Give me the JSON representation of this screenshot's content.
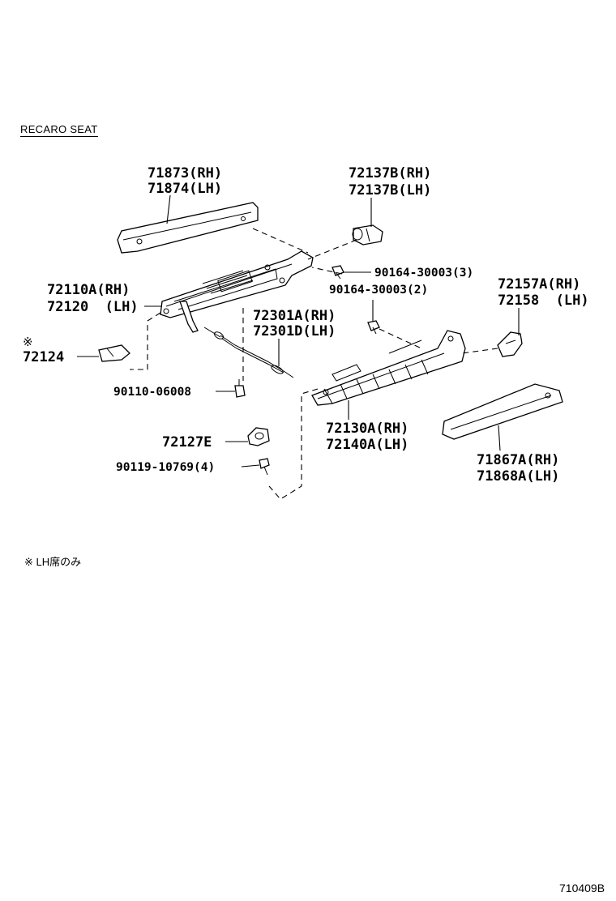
{
  "diagram": {
    "section_title": "RECARO SEAT",
    "note": "※ LH席のみ",
    "diagram_id": "710409B",
    "labels": {
      "cover_upper_rh": "71873(RH)",
      "cover_upper_lh": "71874(LH)",
      "cap_rear_rh": "72137B(RH)",
      "cap_rear_lh": "72137B(LH)",
      "screw_3": "90164-30003(3)",
      "screw_2": "90164-30003(2)",
      "adjuster_inner_rh": "72110A(RH)",
      "adjuster_inner_lh": "72120  (LH)",
      "cover_front_rh": "72157A(RH)",
      "cover_front_lh": "72158  (LH)",
      "cable_rh": "72301A(RH)",
      "cable_lh": "72301D(LH)",
      "lh_only_mark": "※",
      "lever_cover": "72124",
      "screw_06008": "90110-06008",
      "adjuster_outer_rh": "72130A(RH)",
      "adjuster_outer_lh": "72140A(LH)",
      "stopper": "72127E",
      "bolt_10769": "90119-10769(4)",
      "cover_lower_rh": "71867A(RH)",
      "cover_lower_lh": "71868A(LH)"
    }
  }
}
